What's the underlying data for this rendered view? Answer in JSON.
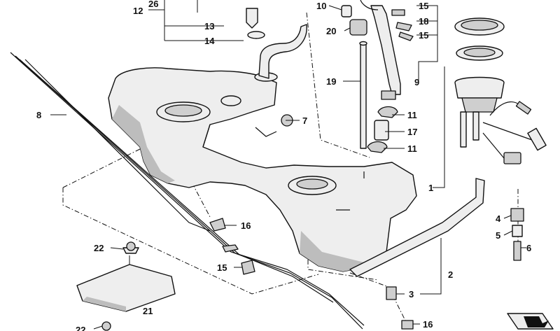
{
  "callouts": {
    "c1": "1",
    "c2": "2",
    "c3": "3",
    "c4": "4",
    "c5": "5",
    "c6": "6",
    "c7": "7",
    "c8": "8",
    "c9": "9",
    "c10": "10",
    "c11a": "11",
    "c11b": "11",
    "c12": "12",
    "c13": "13",
    "c14": "14",
    "c15a": "15",
    "c15b": "15",
    "c15c": "15",
    "c16a": "16",
    "c16b": "16",
    "c17": "17",
    "c18": "18",
    "c19": "19",
    "c20": "20",
    "c21": "21",
    "c22a": "22",
    "c22b": "22",
    "c26": "26"
  },
  "icons": {
    "page_corner": "page-corner-arrow-icon"
  }
}
